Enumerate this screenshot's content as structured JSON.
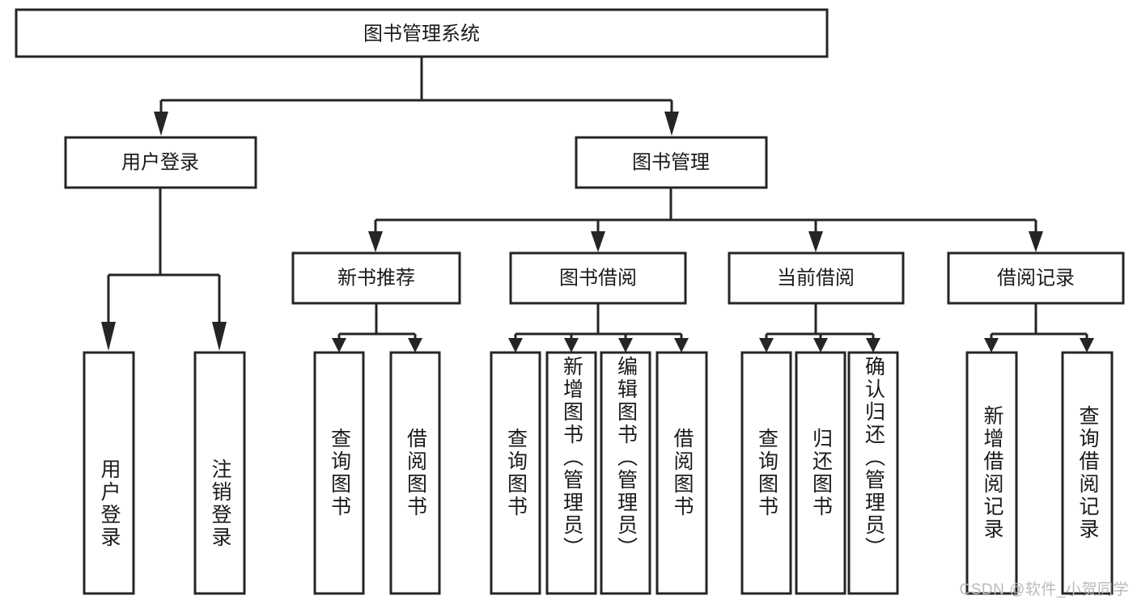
{
  "diagram": {
    "type": "tree",
    "title": "图书管理系统",
    "watermark": "CSDN @软件_小贺同学",
    "colors": {
      "stroke": "#252525",
      "fill": "#ffffff",
      "text": "#1a1a1a",
      "watermark": "#b9b9b9"
    },
    "root": {
      "label": "图书管理系统"
    },
    "level2": [
      {
        "label": "用户登录"
      },
      {
        "label": "图书管理"
      }
    ],
    "level3": [
      {
        "label": "新书推荐"
      },
      {
        "label": "图书借阅"
      },
      {
        "label": "当前借阅"
      },
      {
        "label": "借阅记录"
      }
    ],
    "leaves": [
      {
        "label": "用户登录",
        "parent": "用户登录"
      },
      {
        "label": "注销登录",
        "parent": "用户登录"
      },
      {
        "label": "查询图书",
        "parent": "新书推荐"
      },
      {
        "label": "借阅图书",
        "parent": "新书推荐"
      },
      {
        "label": "查询图书",
        "parent": "图书借阅"
      },
      {
        "label": "新增图书（管理员）",
        "parent": "图书借阅"
      },
      {
        "label": "编辑图书（管理员）",
        "parent": "图书借阅"
      },
      {
        "label": "借阅图书",
        "parent": "图书借阅"
      },
      {
        "label": "查询图书",
        "parent": "当前借阅"
      },
      {
        "label": "归还图书",
        "parent": "当前借阅"
      },
      {
        "label": "确认归还（管理员）",
        "parent": "当前借阅"
      },
      {
        "label": "新增借阅记录",
        "parent": "借阅记录"
      },
      {
        "label": "查询借阅记录",
        "parent": "借阅记录"
      }
    ]
  }
}
